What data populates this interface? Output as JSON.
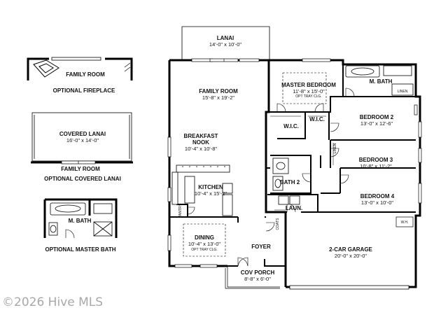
{
  "watermark": "©2026 Hive MLS",
  "optional_fireplace": {
    "room": "FAMILY ROOM",
    "caption": "OPTIONAL FIREPLACE"
  },
  "optional_covered_lanai": {
    "lanai_name": "COVERED LANAI",
    "lanai_dims": "16'-0\" x 14'-0\"",
    "room": "FAMILY ROOM",
    "caption": "OPTIONAL COVERED LANAI"
  },
  "optional_master_bath": {
    "room": "M. BATH",
    "caption": "OPTIONAL MASTER BATH"
  },
  "rooms": {
    "lanai": {
      "name": "LANAI",
      "dims": "14'-0\" x 10'-0\""
    },
    "family_room": {
      "name": "FAMILY ROOM",
      "dims": "15'-8\" x 19'-2\""
    },
    "breakfast_nook": {
      "name": "BREAKFAST",
      "name2": "NOOK",
      "dims": "10'-4\" x 10'-8\""
    },
    "kitchen": {
      "name": "KITCHEN",
      "dims": "10'-4\" x 15'-2\""
    },
    "dining": {
      "name": "DINING",
      "dims": "10'-4\" x 13'-0\"",
      "note": "OPT TRAY CLG."
    },
    "foyer": {
      "name": "FOYER"
    },
    "cov_porch": {
      "name": "COV PORCH",
      "dims": "8'-8\" x 6'-0\""
    },
    "master_bedroom": {
      "name": "MASTER BEDROOM",
      "dims": "11'-8\" x 15'-0\"",
      "note": "OPT TRAY CLG."
    },
    "m_bath": {
      "name": "M. BATH"
    },
    "linen_1": {
      "name": "LINEN"
    },
    "wic_1": {
      "name": "W.I.C."
    },
    "wic_2": {
      "name": "W.I.C."
    },
    "bedroom_2": {
      "name": "BEDROOM 2",
      "dims": "13'-0\" x 12'-6\""
    },
    "linen_2": {
      "name": "LINEN"
    },
    "bedroom_3": {
      "name": "BEDROOM 3",
      "dims": "10'-8\" x 11'-2\""
    },
    "bath_2": {
      "name": "BATH 2"
    },
    "bedroom_4": {
      "name": "BEDROOM 4",
      "dims": "13'-0\" x 10'-0\""
    },
    "laundry": {
      "name": "LAUN."
    },
    "coats": {
      "name": "COATS"
    },
    "pantry": {
      "name": "PANTRY"
    },
    "water_heater": {
      "name": "W.H."
    },
    "garage": {
      "name": "2-CAR GARAGE",
      "dims": "20'-0\" x 20'-0\""
    }
  }
}
